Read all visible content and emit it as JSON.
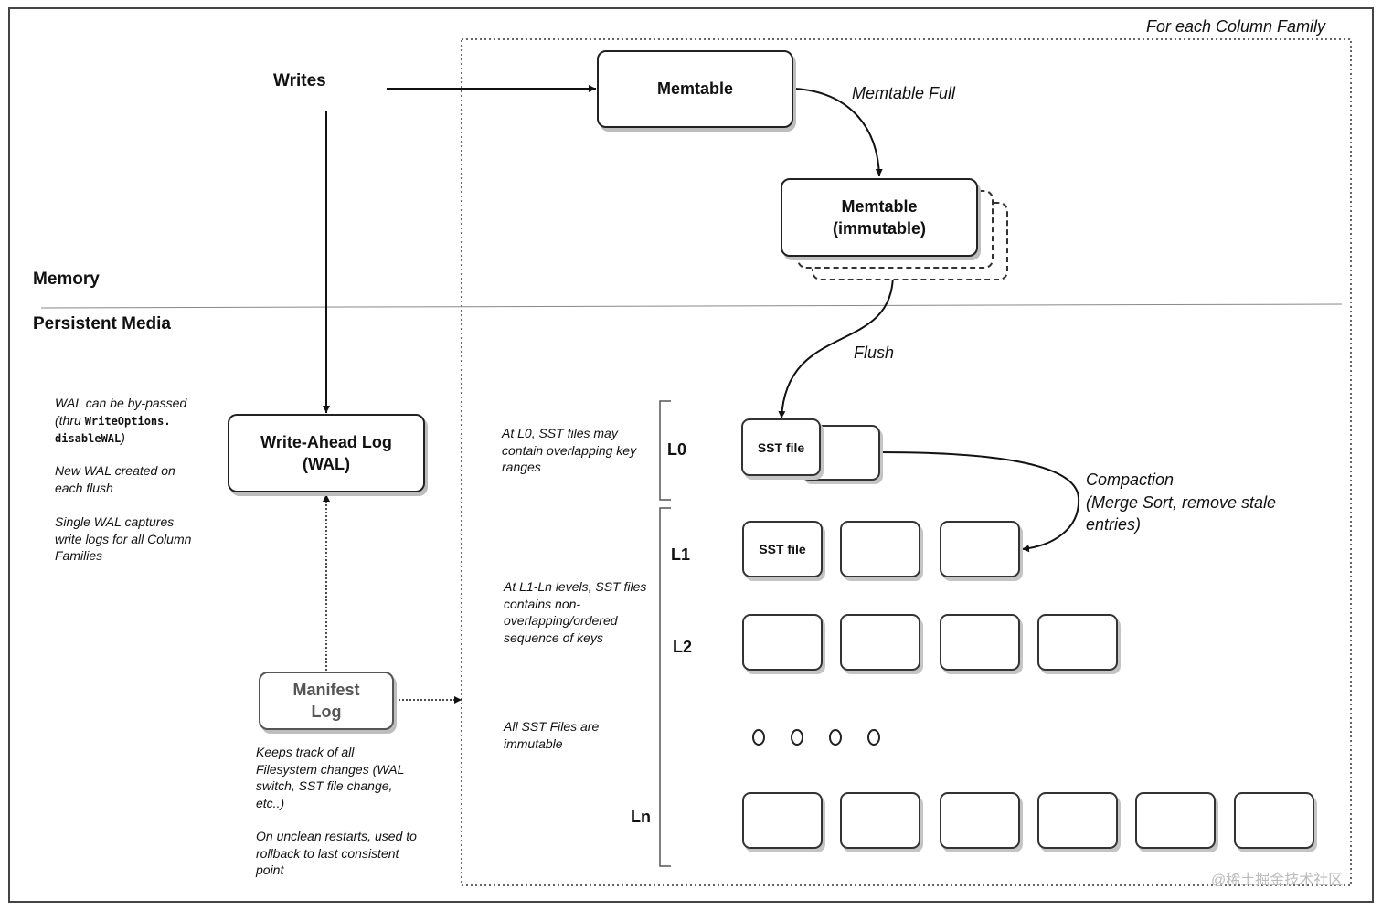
{
  "header": {
    "column_family_label": "For each Column Family"
  },
  "labels": {
    "writes": "Writes",
    "memory": "Memory",
    "persistent_media": "Persistent Media",
    "memtable_full": "Memtable Full",
    "flush": "Flush",
    "compaction": [
      "Compaction",
      "(Merge Sort, remove stale",
      "entries)"
    ]
  },
  "boxes": {
    "memtable": "Memtable",
    "memtable_immutable": [
      "Memtable",
      "(immutable)"
    ],
    "wal": [
      "Write-Ahead Log",
      "(WAL)"
    ],
    "manifest": [
      "Manifest",
      "Log"
    ],
    "sst_file": "SST file"
  },
  "levels": {
    "l0": "L0",
    "l1": "L1",
    "l2": "L2",
    "ln": "Ln"
  },
  "notes": {
    "wal_bypass": {
      "line1": "WAL can be by-passed",
      "line2_prefix": "(thru ",
      "code1": "WriteOptions.",
      "code2": "disableWAL",
      "suffix": ")"
    },
    "wal_flush": [
      "New WAL created on",
      "each flush"
    ],
    "wal_single": [
      "Single WAL captures",
      "write logs for all Column",
      "Families"
    ],
    "manifest_tracks": [
      "Keeps track of all",
      "Filesystem changes (WAL",
      "switch, SST file change,",
      "etc..)"
    ],
    "manifest_restart": [
      "On unclean restarts, used to",
      "rollback to last consistent",
      "point"
    ],
    "l0_note": [
      "At L0, SST files may",
      "contain overlapping key",
      "ranges"
    ],
    "l1_note": [
      "At L1-Ln levels, SST files",
      "contains non-",
      "overlapping/ordered",
      "sequence of keys"
    ],
    "immutable_note": [
      "All SST Files are",
      "immutable"
    ]
  },
  "watermark": "@稀土掘金技术社区"
}
